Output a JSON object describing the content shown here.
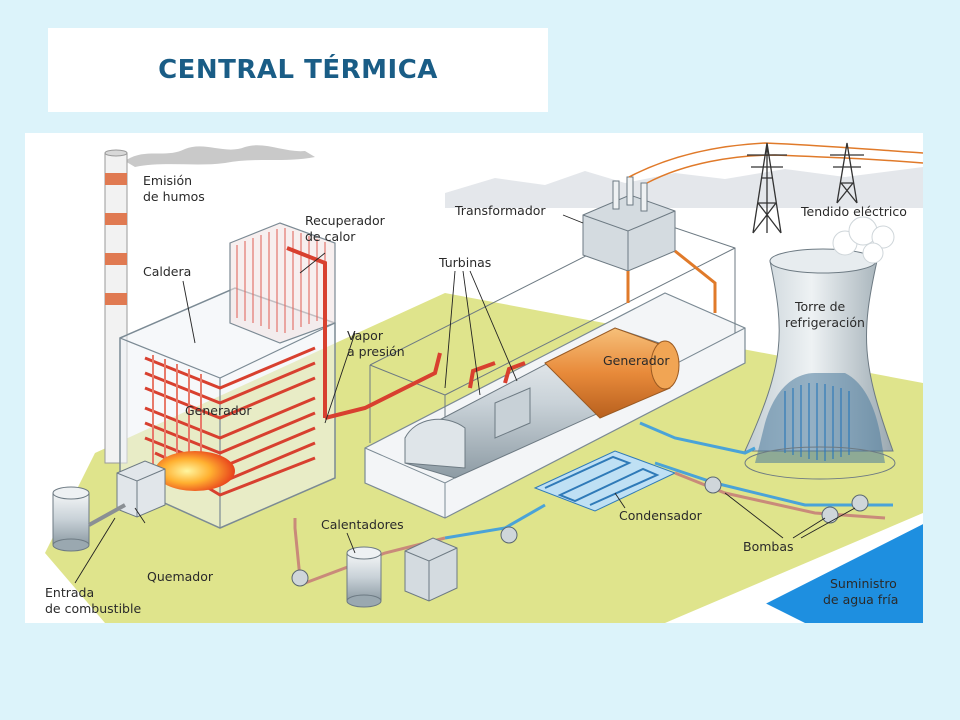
{
  "title": "CENTRAL TÉRMICA",
  "labels": {
    "emision_1": "Emisión",
    "emision_2": "de humos",
    "recuperador_1": "Recuperador",
    "recuperador_2": "de calor",
    "caldera": "Caldera",
    "generador_caldera": "Generador",
    "vapor_1": "Vapor",
    "vapor_2": "a presión",
    "turbinas": "Turbinas",
    "transformador": "Transformador",
    "tendido": "Tendido eléctrico",
    "torre_1": "Torre de",
    "torre_2": "refrigeración",
    "generador": "Generador",
    "calentadores": "Calentadores",
    "condensador": "Condensador",
    "bombas": "Bombas",
    "quemador": "Quemador",
    "entrada_1": "Entrada",
    "entrada_2": "de combustible",
    "suministro_1": "Suministro",
    "suministro_2": "de agua fría"
  },
  "colors": {
    "title": "#1a5d86",
    "background": "#dcf3fa",
    "ground": "#dfe48c",
    "pipe_red": "#d8402f",
    "pipe_blue": "#4aa3d8",
    "water": "#1e8fe0",
    "generator_orange": "#e88a3a"
  }
}
